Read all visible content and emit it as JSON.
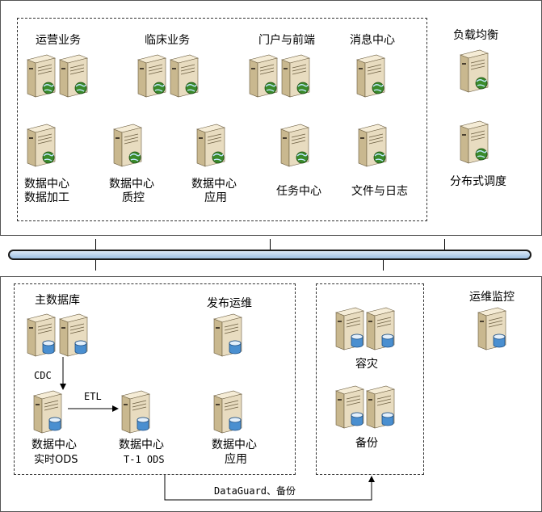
{
  "top": {
    "operations": "运营业务",
    "clinical": "临床业务",
    "portal": "门户与前端",
    "message": "消息中心",
    "load_balance": "负载均衡",
    "dc_processing_line1": "数据中心",
    "dc_processing_line2": "数据加工",
    "dc_qc_line1": "数据中心",
    "dc_qc_line2": "质控",
    "dc_app_line1": "数据中心",
    "dc_app_line2": "应用",
    "task_center": "任务中心",
    "file_log": "文件与日志",
    "distributed_scheduling": "分布式调度"
  },
  "bottom": {
    "main_db": "主数据库",
    "cdc": "CDC",
    "etl": "ETL",
    "release_ops": "发布运维",
    "dc_realtime_line1": "数据中心",
    "dc_realtime_line2": "实时ODS",
    "dc_t1_line1": "数据中心",
    "dc_t1_line2": "T-1 ODS",
    "dc_app_line1": "数据中心",
    "dc_app_line2": "应用",
    "disaster_recovery": "容灾",
    "backup": "备份",
    "ops_monitoring": "运维监控",
    "dataguard": "DataGuard、备份"
  },
  "icons": {
    "app_server": "server-globe-icon",
    "db_server": "server-database-icon"
  },
  "colors": {
    "server_body": "#e8dcc0",
    "globe": "#3a8a2a",
    "database": "#4a8fd0",
    "bus": "#a8c8e8"
  }
}
